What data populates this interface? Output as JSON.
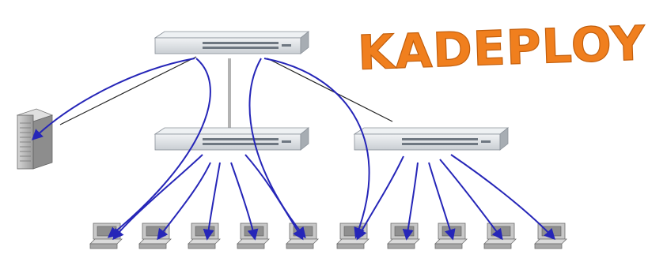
{
  "logo": {
    "text": "KADEPLOY",
    "color": "#f07f1e"
  },
  "colors": {
    "link_blue": "#2626b8",
    "cable_black": "#222222",
    "uplink_grey": "#b3b3b3",
    "switch_face": "#dfe3e6",
    "switch_port": "#6e7781",
    "server_body": "#bcbcbc",
    "pc_body": "#c8c8c8",
    "pc_screen": "#8f8f8f"
  },
  "icons": {
    "server": "server-tower-icon",
    "switch": "network-switch-icon",
    "computer": "desktop-computer-icon"
  },
  "topology": {
    "server_count": 1,
    "switch_count": 3,
    "computer_count": 10
  }
}
